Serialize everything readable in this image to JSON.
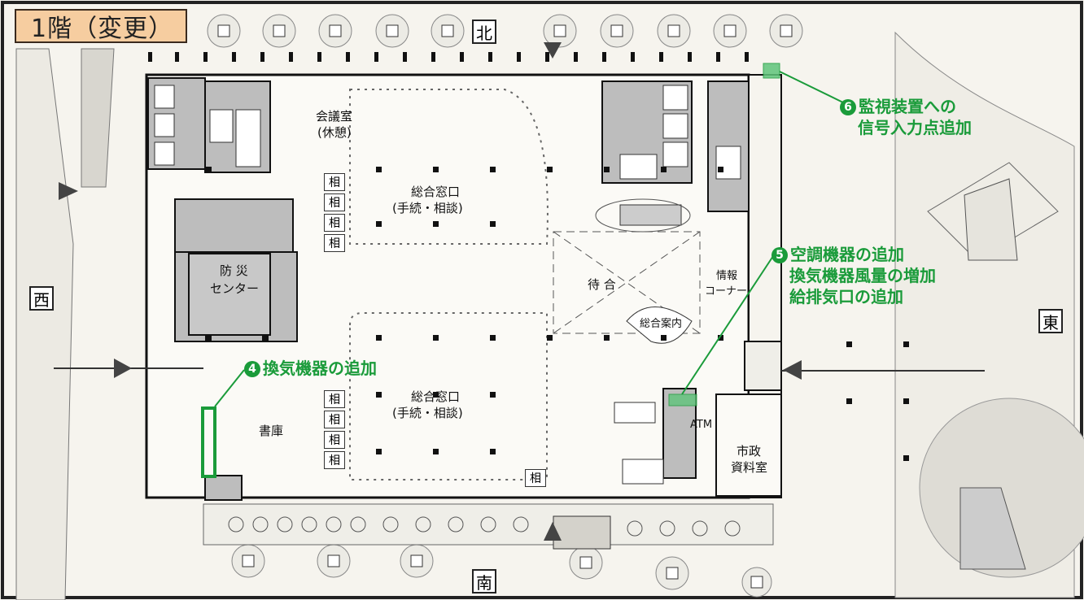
{
  "title": "1階（変更）",
  "directions": {
    "north": "北",
    "south": "南",
    "east": "東",
    "west": "西"
  },
  "rooms": {
    "meeting_room": "会議室",
    "meeting_room_sub": "(休憩)",
    "counter_north": "総合窓口",
    "counter_north_sub": "(手続・相談)",
    "counter_south": "総合窓口",
    "counter_south_sub": "(手続・相談)",
    "disaster_center_1": "防 災",
    "disaster_center_2": "センター",
    "waiting": "待 合",
    "info_corner_1": "情報",
    "info_corner_2": "コーナー",
    "general_info": "総合案内",
    "atm": "ATM",
    "archive_1": "市政",
    "archive_2": "資料室",
    "library": "書庫",
    "consult": "相"
  },
  "notes": {
    "note4_num": "4",
    "note4_text": "換気機器の追加",
    "note5_num": "5",
    "note5_line1": "空調機器の追加",
    "note5_line2": "換気機器風量の増加",
    "note5_line3": "給排気口の追加",
    "note6_num": "6",
    "note6_line1": "監視装置への",
    "note6_line2": "信号入力点追加"
  },
  "colors": {
    "highlight": "#1a9b3a",
    "title_bg": "#f6cda0",
    "wall": "#111111",
    "shaded": "#b9b9b9"
  }
}
